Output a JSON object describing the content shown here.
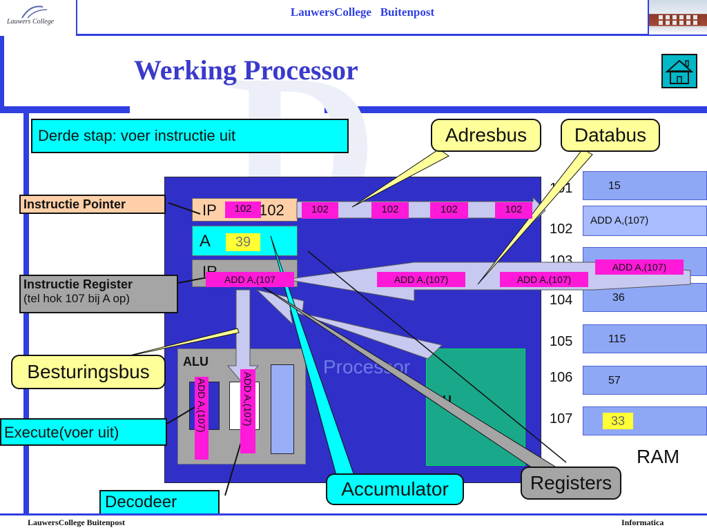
{
  "header": {
    "logo_text": "Lauwers College",
    "center_title": "LauwersCollege   Buitenpost"
  },
  "slide": {
    "title": "Werking Processor",
    "step_text": "Derde stap: voer instructie uit"
  },
  "registers": {
    "ip_label": "IP",
    "ip_value": "102",
    "ip_addr": "102",
    "a_label": "A",
    "a_value": "39",
    "ir_label": "IR",
    "ir_value": "ADD A,(107"
  },
  "bus": {
    "address_tokens": [
      "102",
      "102",
      "102",
      "102"
    ],
    "data_tokens": [
      "ADD A,(107)",
      "ADD A,(107)"
    ],
    "ram_out_token": "ADD A,(107)"
  },
  "alu": {
    "label": "ALU",
    "left_token": "ADD A,(107)",
    "right_token": "ADD A,(107)"
  },
  "cpu": {
    "watermark": "Processor",
    "cu_label": "CU"
  },
  "ram": {
    "label": "RAM",
    "cells": [
      {
        "addr": "101",
        "value": "15"
      },
      {
        "addr": "102",
        "value": "ADD A,(107)"
      },
      {
        "addr": "103",
        "value": ""
      },
      {
        "addr": "104",
        "value": "36"
      },
      {
        "addr": "105",
        "value": "115"
      },
      {
        "addr": "106",
        "value": "57"
      },
      {
        "addr": "107",
        "value": "33"
      }
    ]
  },
  "callouts": {
    "adresbus": "Adresbus",
    "databus": "Databus",
    "besturingsbus": "Besturingsbus",
    "accumulator": "Accumulator",
    "registers": "Registers",
    "decodeer": "Decodeer",
    "execute": "Execute(voer uit)",
    "ip_name": "Instructie Pointer",
    "ir_name": "Instructie Register",
    "ir_note": "(tel hok 107 bij A op)"
  },
  "footer": {
    "left": "LauwersCollege Buitenpost",
    "right": "Informatica"
  },
  "colors": {
    "background": "#ffffff",
    "header_bar": "#2f3fe0",
    "title_blue": "#3a3acb",
    "cpu_blue": "#3030c8",
    "cyan": "#00ffff",
    "pink": "#ff1ad9",
    "yellow_callout": "#ffff99",
    "ram_cell": "#8fa8f6"
  },
  "icons": [
    "home-icon",
    "logo-swoosh-icon",
    "building-photo"
  ]
}
